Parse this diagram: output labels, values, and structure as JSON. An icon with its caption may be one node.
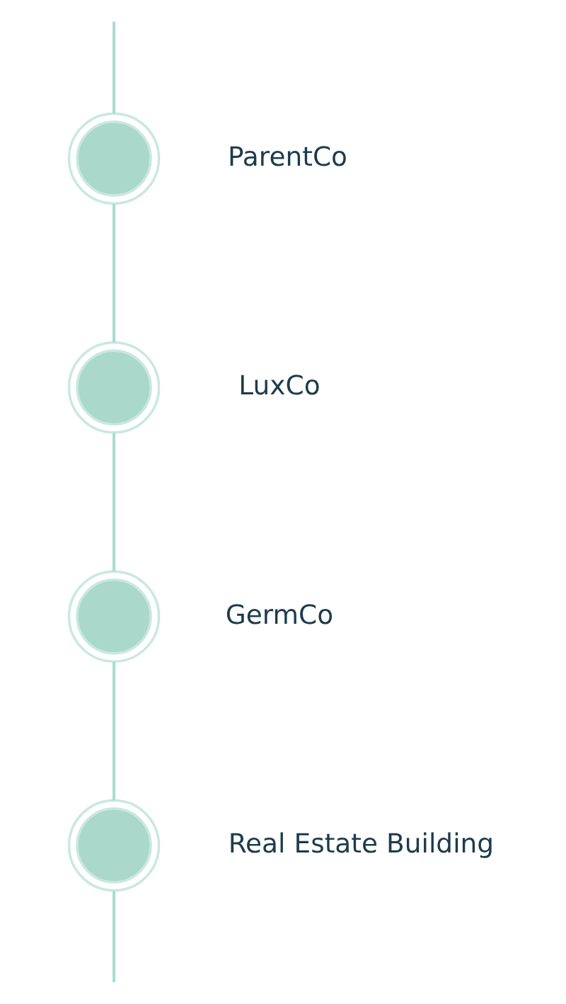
{
  "diagram": {
    "nodes": [
      {
        "text": [],
        "shape": "circle",
        "beside": [
          "ParentCo"
        ]
      },
      {
        "text": [],
        "shape": "circle",
        "beside": [
          "LuxCo"
        ]
      },
      {
        "text": [],
        "shape": "circle",
        "beside": [
          "GermCo"
        ]
      },
      {
        "text": [],
        "shape": "circle",
        "beside": [
          "Real Estate Building"
        ]
      }
    ],
    "edges": [
      {
        "from": null,
        "to": 0,
        "arrow": "none"
      },
      {
        "from": 0,
        "to": 1,
        "arrow": "none"
      },
      {
        "from": 1,
        "to": 2,
        "arrow": "none"
      },
      {
        "from": 2,
        "to": 3,
        "arrow": "none"
      },
      {
        "from": 3,
        "to": null,
        "arrow": "none"
      }
    ]
  }
}
